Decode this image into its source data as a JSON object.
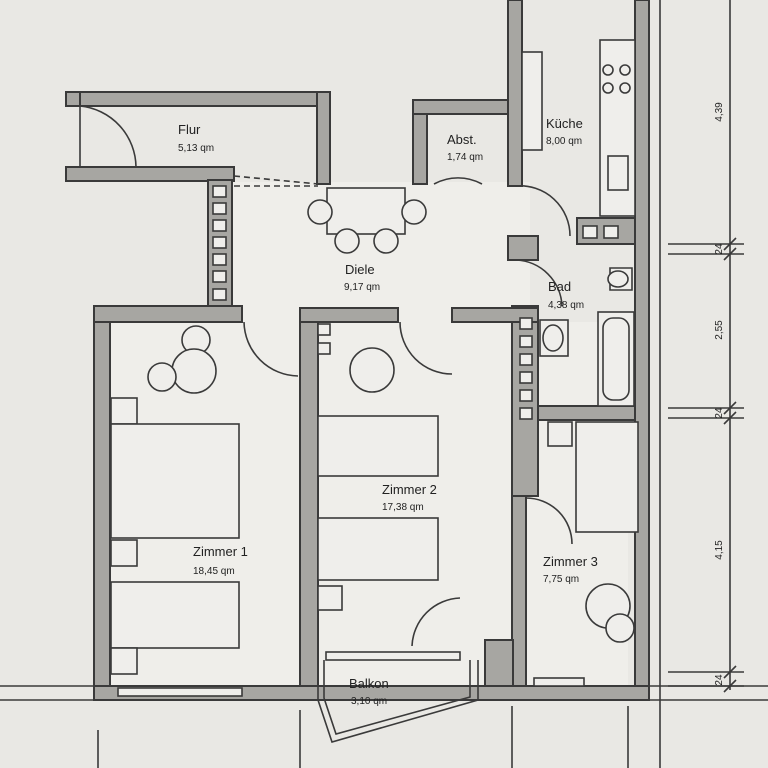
{
  "rooms": [
    {
      "name": "Flur",
      "area": "5,13 qm"
    },
    {
      "name": "Abst.",
      "area": "1,74 qm"
    },
    {
      "name": "Küche",
      "area": "8,00 qm"
    },
    {
      "name": "Diele",
      "area": "9,17 qm"
    },
    {
      "name": "Bad",
      "area": "4,38 qm"
    },
    {
      "name": "Zimmer 1",
      "area": "18,45 qm"
    },
    {
      "name": "Zimmer 2",
      "area": "17,38 qm"
    },
    {
      "name": "Zimmer 3",
      "area": "7,75 qm"
    },
    {
      "name": "Balkon",
      "area": "3,10 qm"
    }
  ],
  "dimensions": [
    "4,39",
    "24",
    "2,55",
    "24",
    "4,15",
    "24"
  ]
}
